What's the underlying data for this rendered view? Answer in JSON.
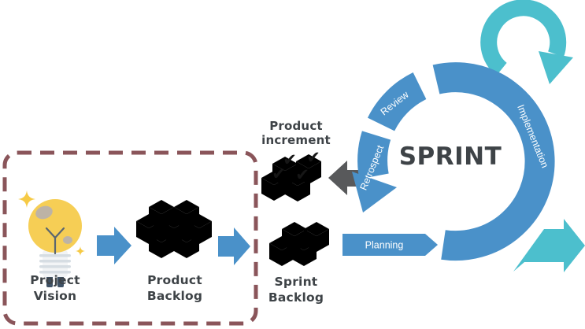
{
  "palette": {
    "blue": "#4A91C9",
    "teal": "#4CBFCD",
    "arrow_gray": "#58595B",
    "boundary_maroon": "#8A555A",
    "text_dark": "#3E4347",
    "cube_mauve": "#B28D96",
    "cube_green": "#BAC3AE",
    "bulb_yellow": "#F6CE55"
  },
  "pipeline": {
    "project_vision": "Project\nVision",
    "product_backlog": "Product\nBacklog",
    "sprint_backlog": "Sprint\nBacklog",
    "product_increment": "Product\nincrement"
  },
  "sprint_cycle": {
    "title": "SPRINT",
    "phases": [
      {
        "label": "Planning"
      },
      {
        "label": "Implementation"
      },
      {
        "label": "Review"
      },
      {
        "label": "Retrospect"
      }
    ]
  },
  "icons": {
    "check_glyph": "✔"
  }
}
